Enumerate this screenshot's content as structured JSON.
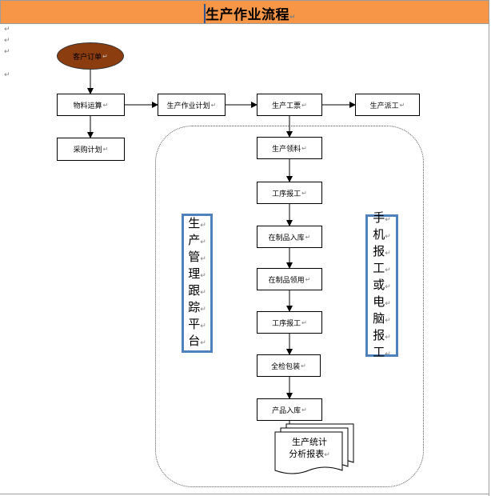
{
  "header": {
    "title": "生产作业流程"
  },
  "marks": {
    "para": "↵",
    "cell": "↵"
  },
  "nodes": {
    "customer_order": "客户订单",
    "material_calc": "物料运算",
    "purchase_plan": "采购计划",
    "production_plan": "生产作业计划",
    "production_ticket": "生产工票",
    "production_dispatch": "生产派工",
    "production_picking": "生产领料",
    "process_report_1": "工序报工",
    "wip_inbound": "在制品入库",
    "wip_picking": "在制品领用",
    "process_report_2": "工序报工",
    "full_inspection": "全检包装",
    "product_inbound": "产品入库"
  },
  "side_panels": {
    "left": [
      "生",
      "产",
      "管",
      "理",
      "跟",
      "踪",
      "平",
      "台"
    ],
    "right": [
      "手",
      "机",
      "报",
      "工",
      "或",
      "电",
      "脑",
      "报",
      "工"
    ]
  },
  "report": {
    "line1": "生产统计",
    "line2": "分析报表"
  },
  "colors": {
    "header_bg": "#f79646",
    "oval_fill": "#8b3d0f",
    "side_panel_border": "#4f81bd"
  }
}
